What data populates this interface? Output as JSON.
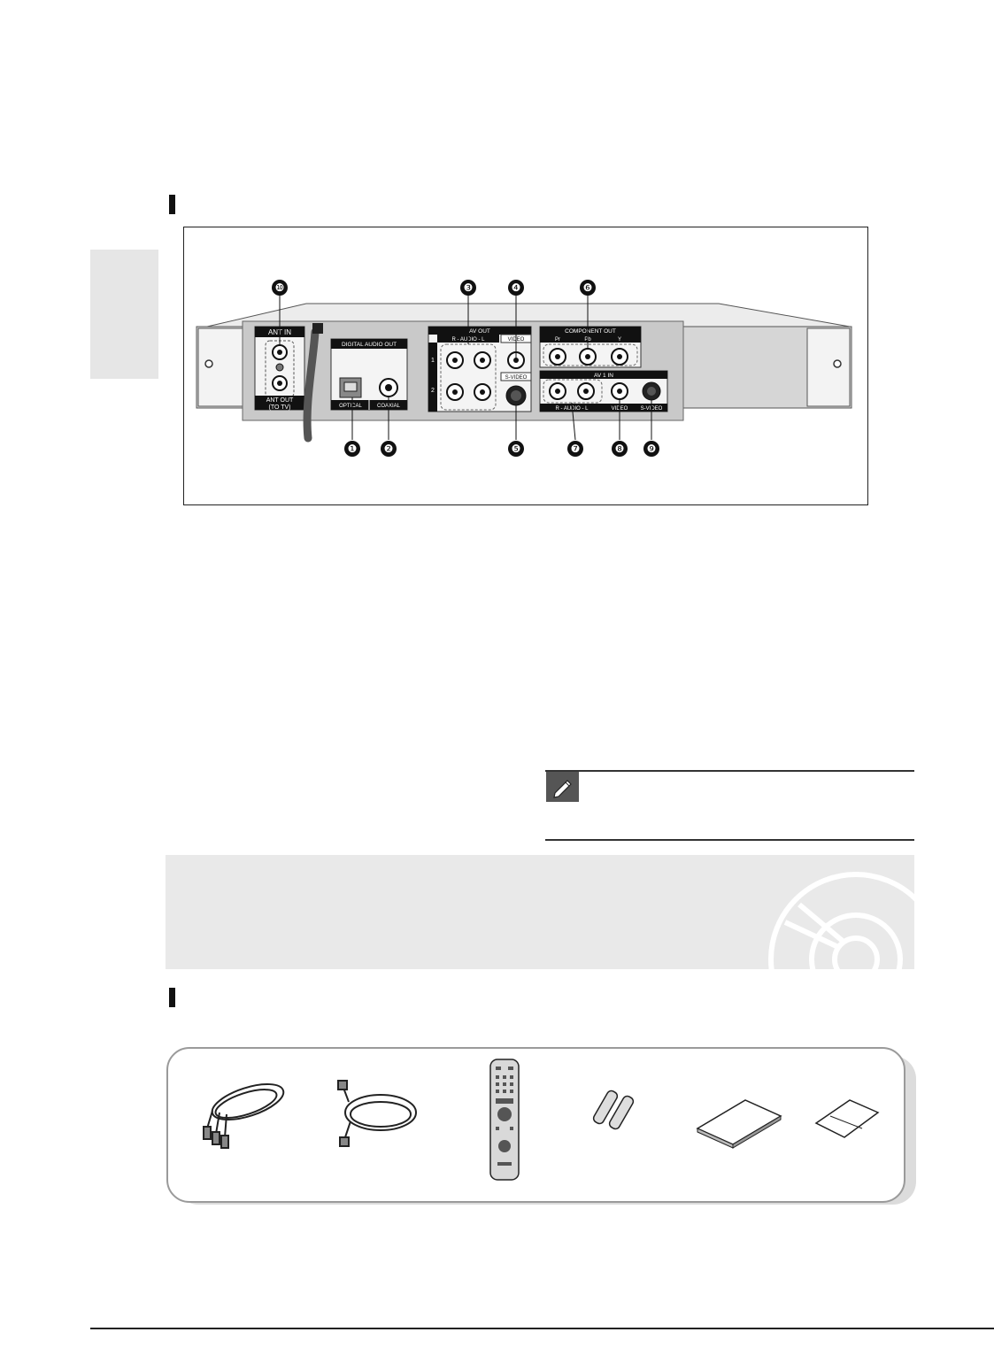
{
  "panel": {
    "ant_in": "ANT IN",
    "ant_out": "ANT OUT",
    "ant_out_sub": "(TO TV)",
    "digital_audio_out": "DIGITAL AUDIO OUT",
    "optical": "OPTICAL",
    "coaxial": "COAXIAL",
    "av_out": "AV OUT",
    "audio_rl": "R - AUDIO - L",
    "video": "VIDEO",
    "s_video": "S-VIDEO",
    "row_1": "1",
    "row_2": "2",
    "component_out": "COMPONENT OUT",
    "comp_y": "Y",
    "comp_pb": "Pb",
    "comp_pr": "Pr",
    "av1_in": "AV 1 IN",
    "audio_rl_in": "R - AUDIO - L",
    "video_in": "VIDEO",
    "s_video_in": "S-VIDEO"
  },
  "callouts": [
    "❿",
    "❸",
    "❹",
    "❻",
    "❶",
    "❷",
    "❺",
    "❼",
    "❽",
    "❾"
  ],
  "colors": {
    "dark": "#111111",
    "panel_gray": "#c9c9c9",
    "tab_gray": "#e6e6e6",
    "banner_gray": "#e9e9e9"
  },
  "icons": [
    "note-pencil-icon",
    "disc-watermark-icon"
  ],
  "accessories": [
    "av-cable",
    "rf-cable",
    "remote-control",
    "batteries",
    "user-manual",
    "quick-guide"
  ]
}
